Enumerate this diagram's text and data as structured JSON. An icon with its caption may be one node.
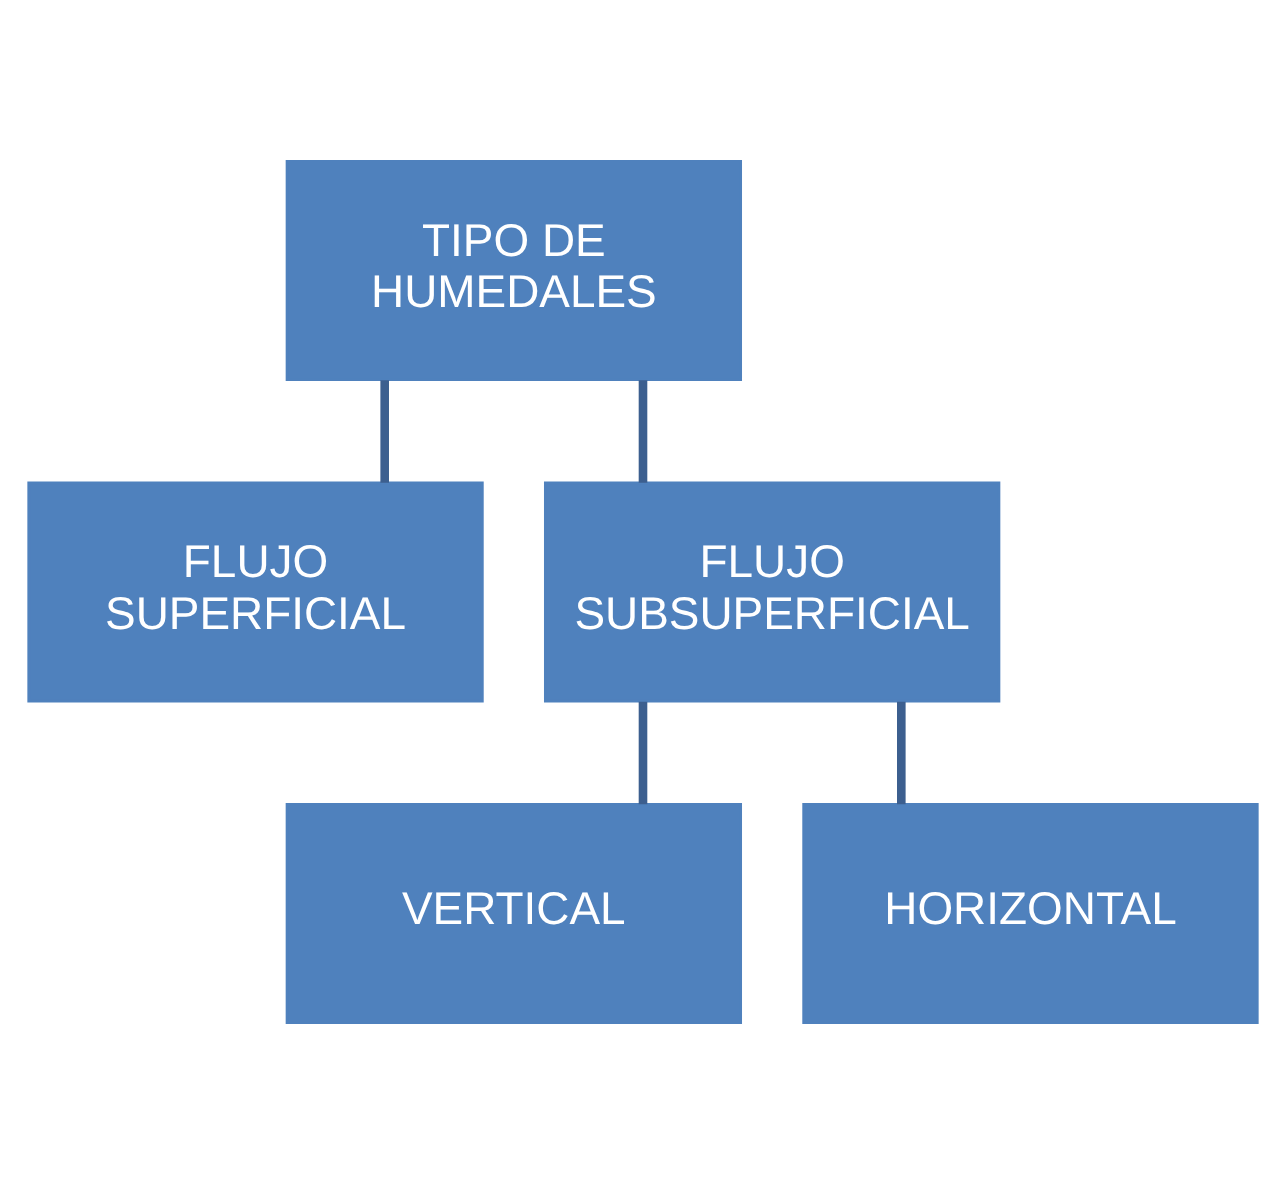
{
  "diagram": {
    "nodes": [
      {
        "text": [
          "TIPO DE HUMEDALES"
        ]
      },
      {
        "text": [
          "FLUJO SUPERFICIAL"
        ]
      },
      {
        "text": [
          "FLUJO SUBSUPERFICIAL"
        ]
      },
      {
        "text": [
          "VERTICAL"
        ]
      },
      {
        "text": [
          "HORIZONTAL"
        ]
      }
    ],
    "edges": [
      {
        "from": 0,
        "to": 1,
        "arrow": "none"
      },
      {
        "from": 0,
        "to": 2,
        "arrow": "none"
      },
      {
        "from": 2,
        "to": 3,
        "arrow": "none"
      },
      {
        "from": 2,
        "to": 4,
        "arrow": "none"
      }
    ]
  }
}
